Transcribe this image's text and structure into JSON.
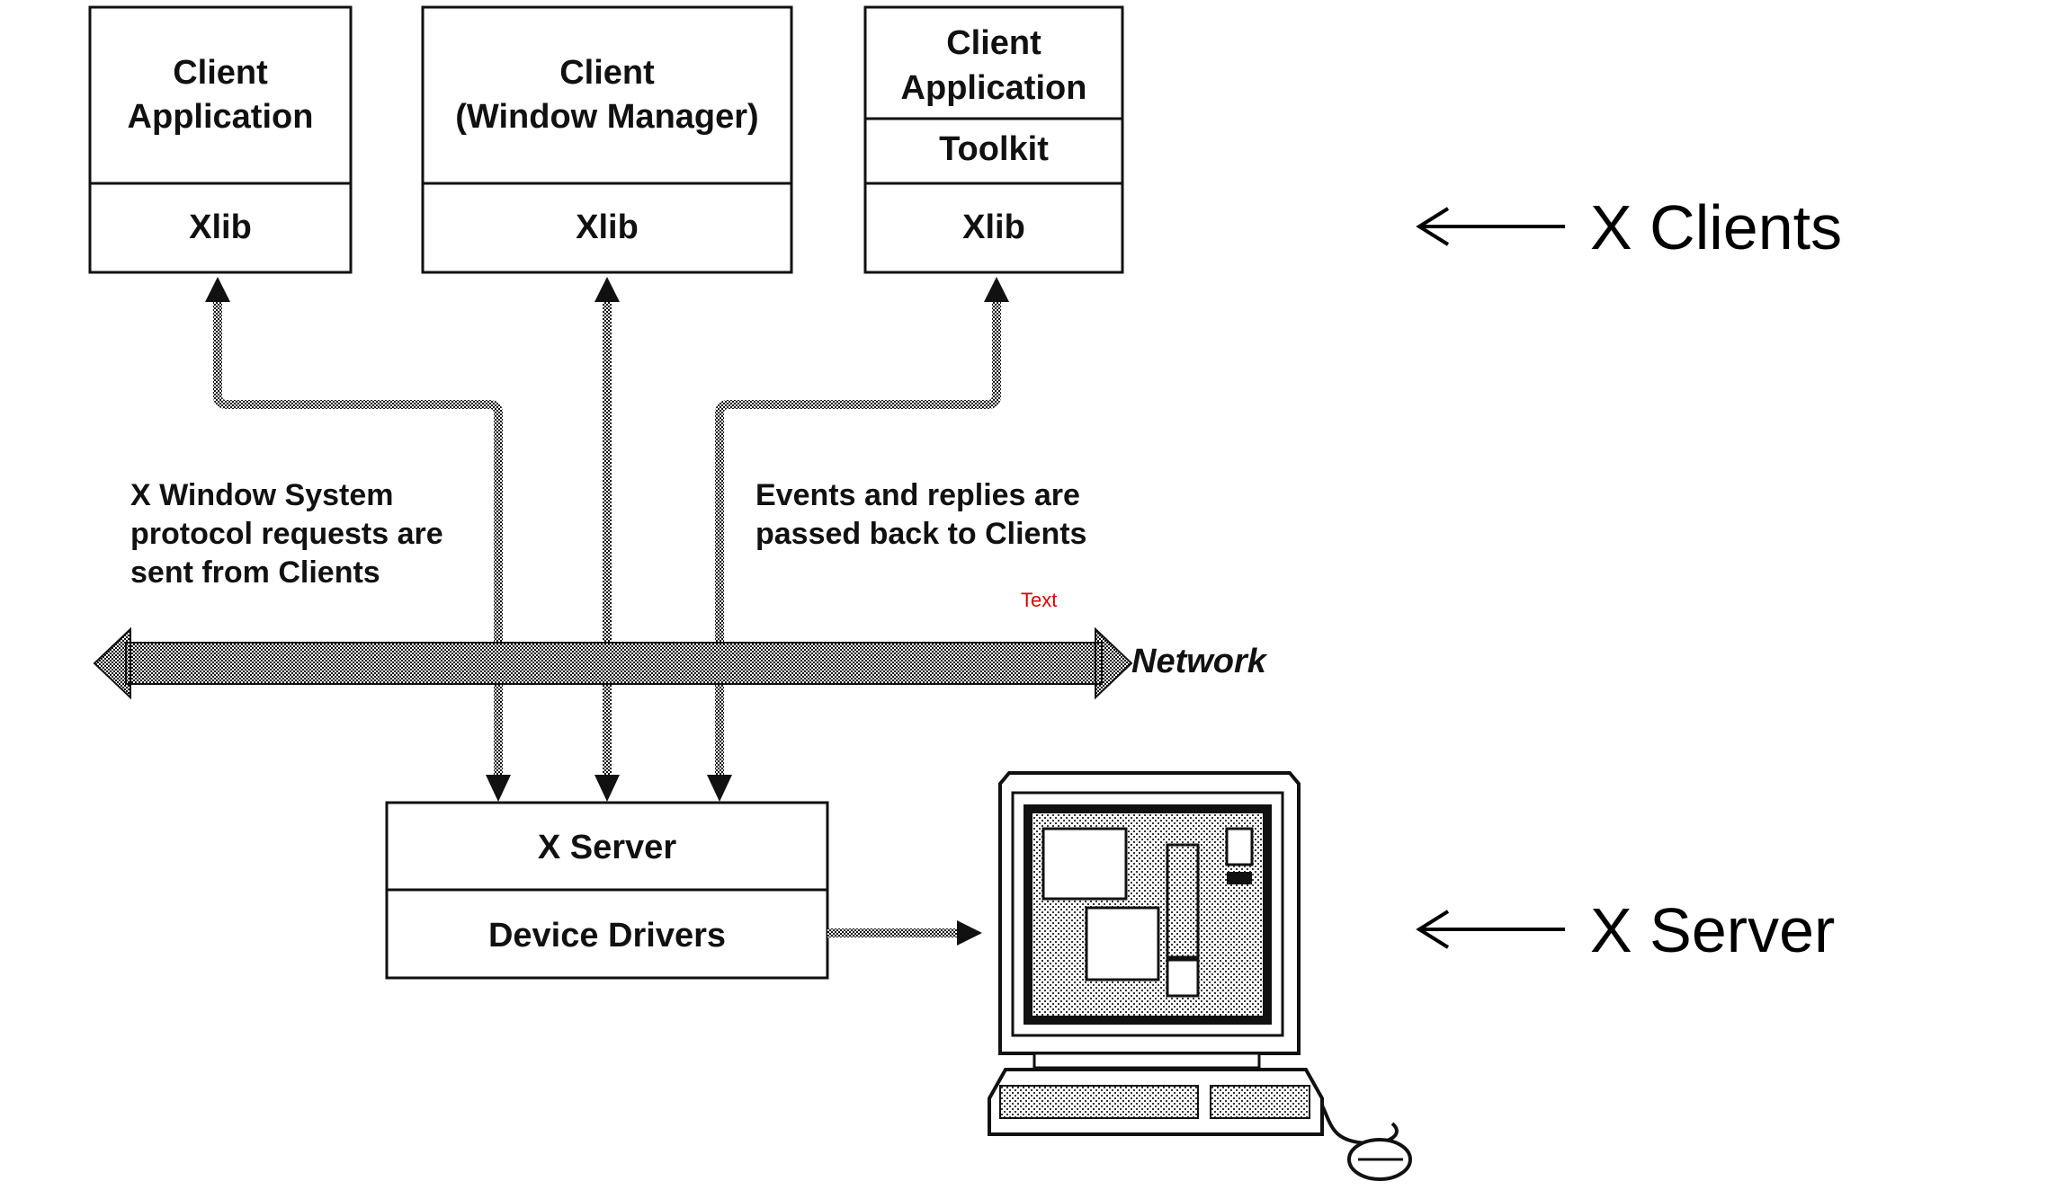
{
  "clients": [
    {
      "lines": [
        "Client",
        "Application"
      ],
      "lib": "Xlib"
    },
    {
      "lines": [
        "Client",
        "(Window Manager)"
      ],
      "lib": "Xlib"
    },
    {
      "lines": [
        "Client",
        "Application"
      ],
      "toolkit": "Toolkit",
      "lib": "Xlib"
    }
  ],
  "notes": {
    "requests": [
      "X Window System",
      "protocol requests are",
      "sent from  Clients"
    ],
    "events": [
      "Events and replies are",
      "passed back to Clients"
    ]
  },
  "network_label": "Network",
  "stray_label": "Text",
  "server_box": {
    "title": "X Server",
    "drivers": "Device Drivers"
  },
  "side_labels": {
    "clients": "X Clients",
    "server": "X Server"
  },
  "icons": [
    "workstation-computer-icon",
    "mouse-icon",
    "keyboard-icon"
  ],
  "colors": {
    "ink": "#111111",
    "accent_text": "#e00000",
    "background": "#ffffff"
  }
}
